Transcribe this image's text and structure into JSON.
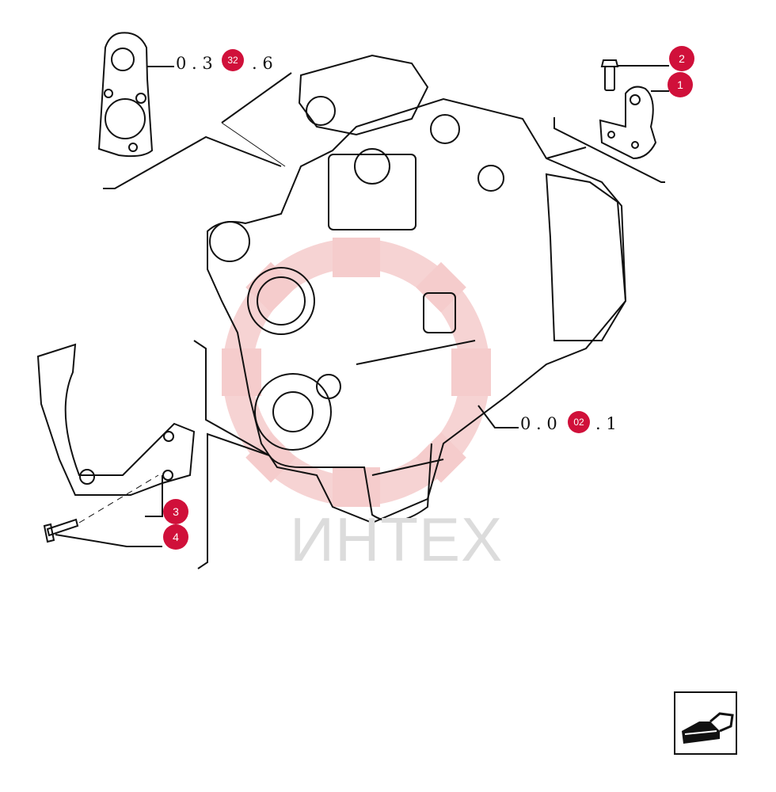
{
  "colors": {
    "callout": "#d0103a",
    "line": "#111111",
    "watermark_logo": "#f4c7c7",
    "watermark_text": "#dcdcdc"
  },
  "references": {
    "top_left": {
      "text": "0 . 3",
      "suffix": ". 6",
      "badge": "32"
    },
    "bottom_right": {
      "text": "0 . 0",
      "suffix": ". 1",
      "badge": "02"
    }
  },
  "callouts": [
    {
      "id": "1",
      "label": "1"
    },
    {
      "id": "2",
      "label": "2"
    },
    {
      "id": "3",
      "label": "3"
    },
    {
      "id": "4",
      "label": "4"
    }
  ],
  "watermark": {
    "text": "ИНТЕХ"
  },
  "navigation": {
    "icon": "arrow-back-icon"
  }
}
